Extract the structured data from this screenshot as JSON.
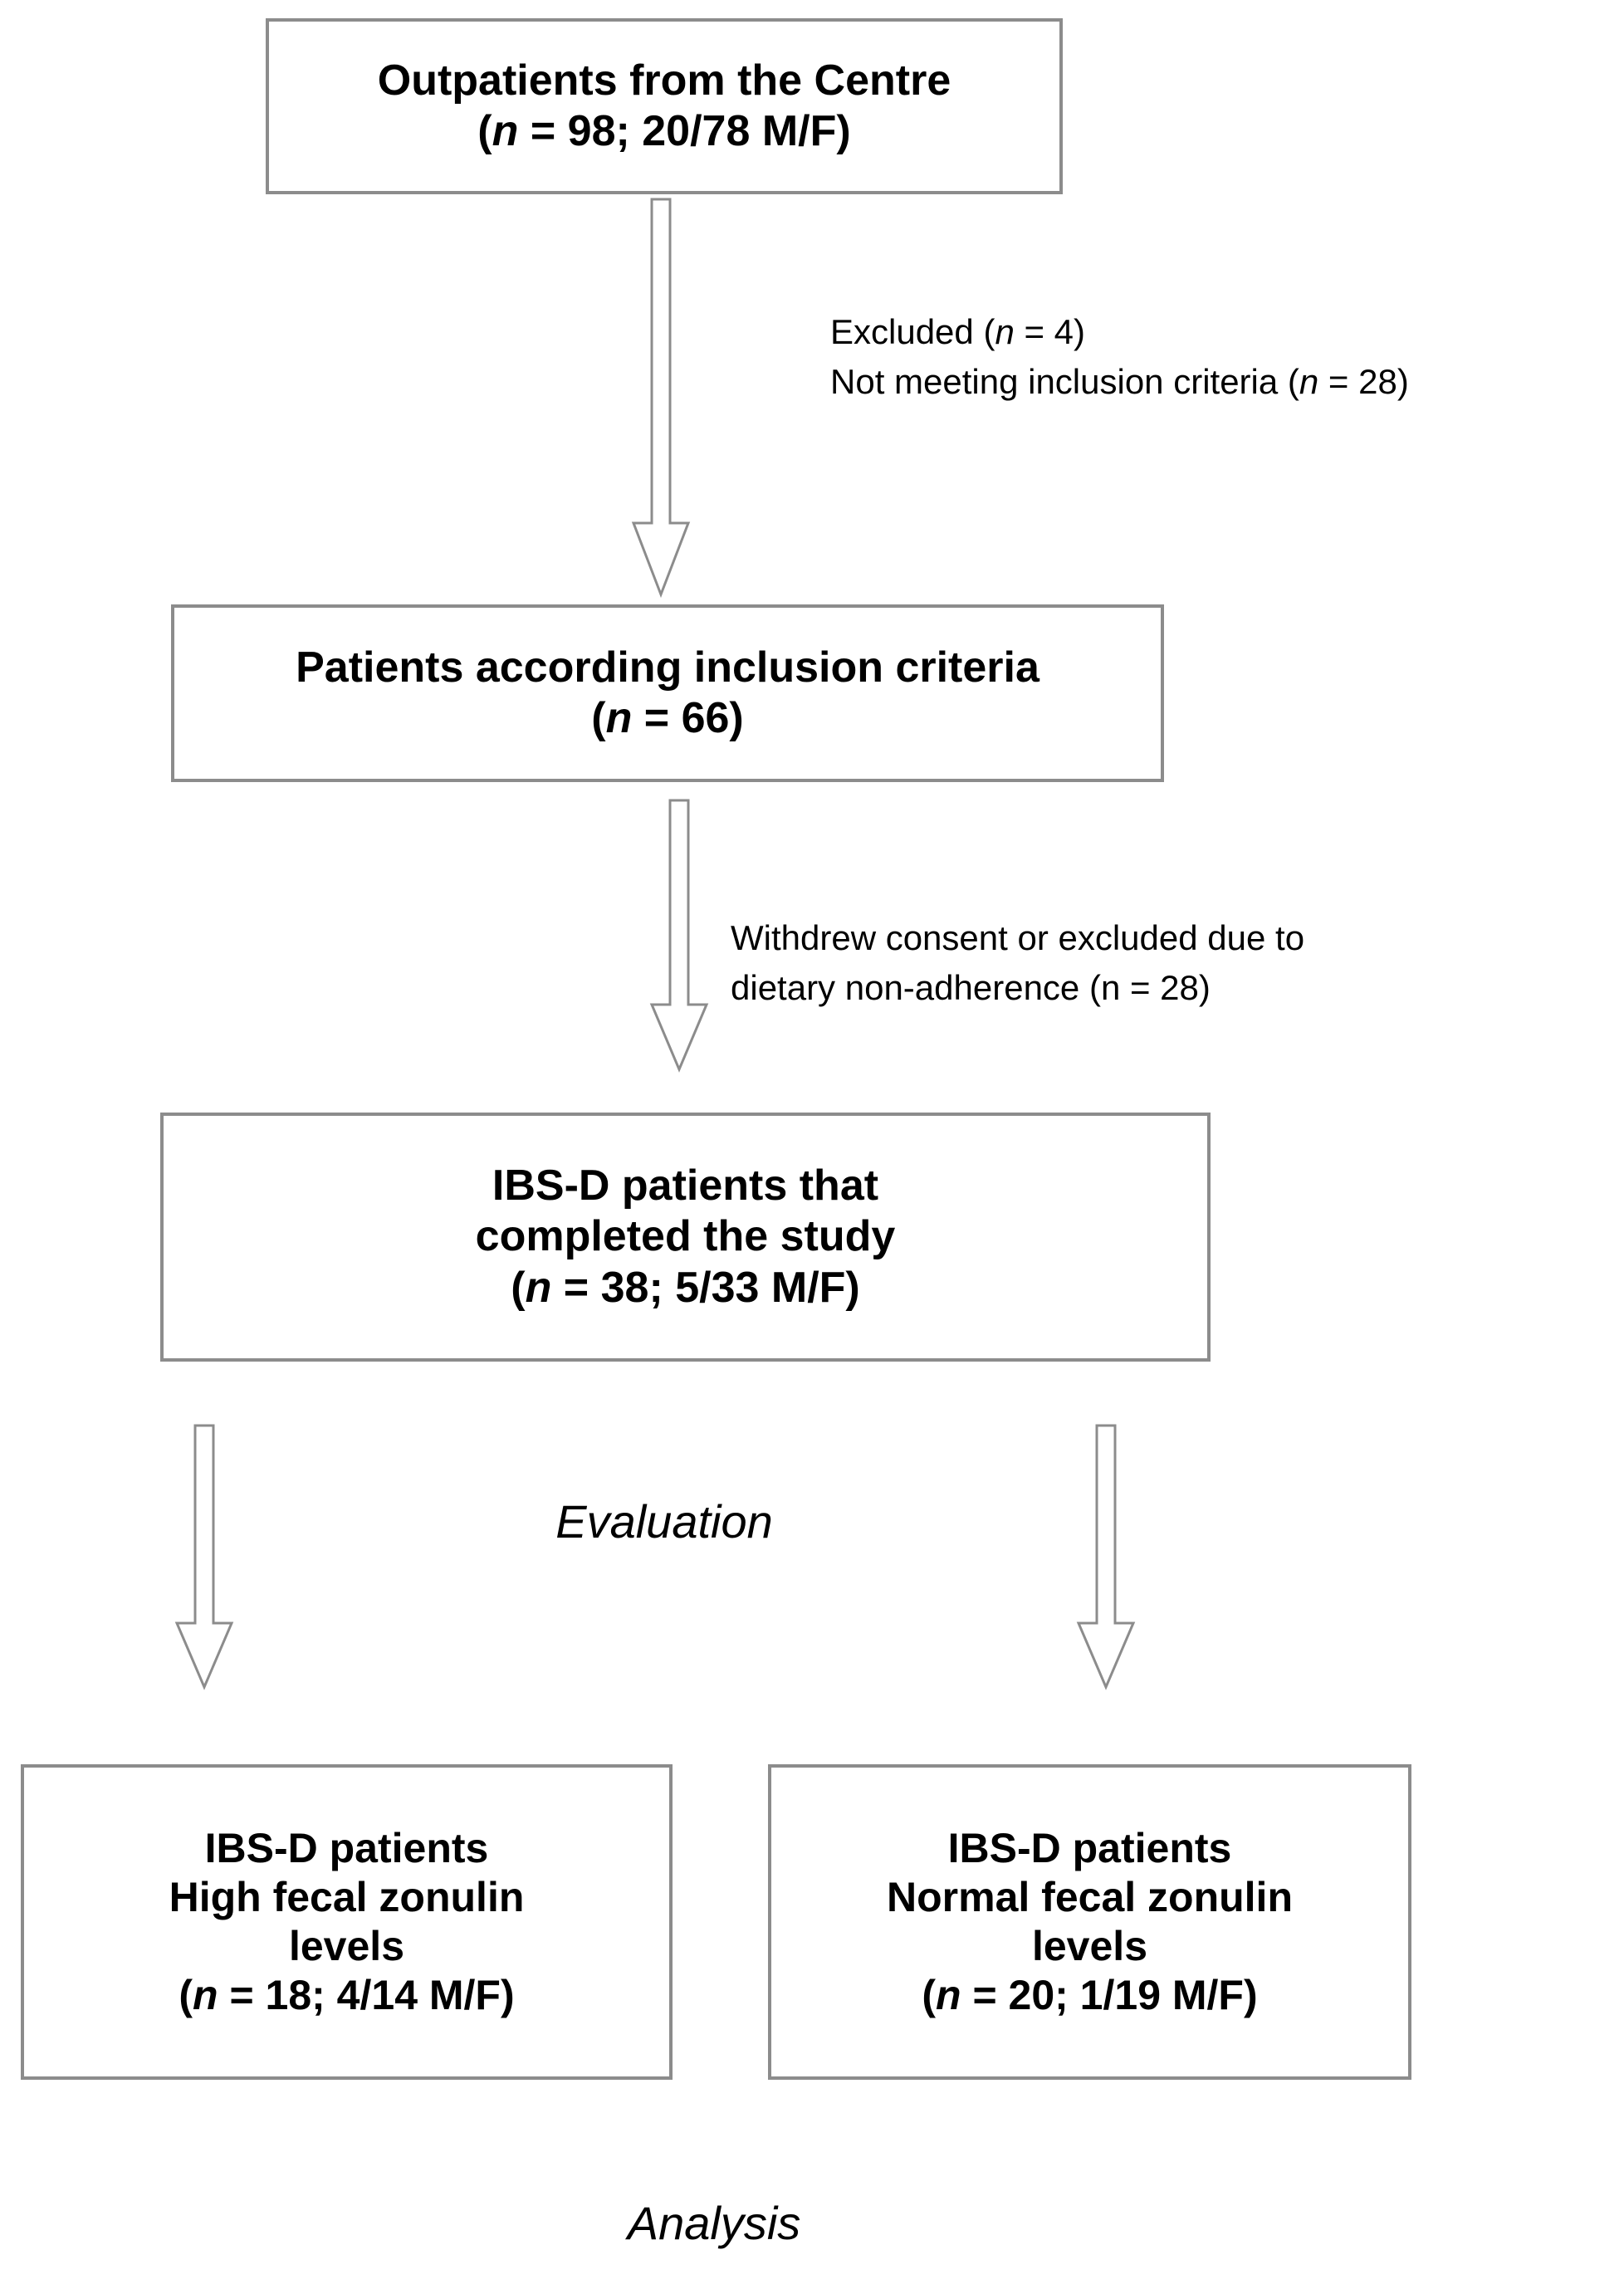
{
  "diagram": {
    "title": "IBS-D study participant flow diagram",
    "accent_color": "#8c8c8c",
    "text_color": "#000000",
    "background_color": "#ffffff",
    "nodes": [
      {
        "id": "outpatients",
        "line1": "Outpatients from the Centre",
        "stat_open": "(",
        "stat_n": "n",
        "stat_rest": " = 98; 20/78 M/F)"
      },
      {
        "id": "inclusion",
        "line1": "Patients according inclusion criteria",
        "stat_open": "(",
        "stat_n": "n",
        "stat_rest": " = 66)"
      },
      {
        "id": "completed",
        "line1": "IBS-D patients that",
        "line2": "completed the study",
        "stat_open": "(",
        "stat_n": "n",
        "stat_rest": " = 38; 5/33 M/F)"
      },
      {
        "id": "high-zonulin",
        "line1": "IBS-D patients",
        "line2": "High fecal zonulin",
        "line3": "levels",
        "stat_open": "(",
        "stat_n": "n",
        "stat_rest": " = 18; 4/14 M/F)"
      },
      {
        "id": "normal-zonulin",
        "line1": "IBS-D patients",
        "line2": "Normal fecal zonulin",
        "line3": "levels",
        "stat_open": "(",
        "stat_n": "n",
        "stat_rest": " = 20; 1/19 M/F)"
      }
    ],
    "notes": [
      {
        "id": "exclusion-note-1",
        "line1_pre": "Excluded (",
        "line1_n": "n",
        "line1_post": " = 4)",
        "line2_pre": "Not meeting inclusion criteria (",
        "line2_n": "n",
        "line2_post": " = 28)"
      },
      {
        "id": "exclusion-note-2",
        "line1_pre": "Withdrew consent or excluded due to",
        "line1_n": "",
        "line1_post": "",
        "line2_pre": "dietary non-adherence (n = 28)",
        "line2_n": "",
        "line2_post": ""
      }
    ],
    "captions": [
      {
        "id": "evaluation",
        "label": "Evaluation"
      },
      {
        "id": "analysis",
        "label": "Analysis"
      }
    ],
    "arrows": [
      {
        "id": "arrow-outpatients-to-inclusion",
        "direction": "down"
      },
      {
        "id": "arrow-inclusion-to-completed",
        "direction": "down"
      },
      {
        "id": "arrow-completed-to-high-zonulin",
        "direction": "down"
      },
      {
        "id": "arrow-completed-to-normal-zonulin",
        "direction": "down"
      }
    ]
  }
}
